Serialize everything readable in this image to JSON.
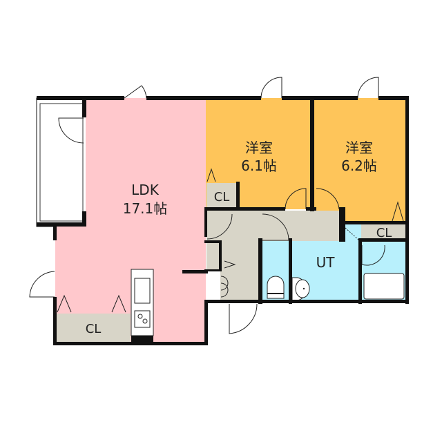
{
  "colors": {
    "ldk": "#ffc8cc",
    "western_room": "#fec55a",
    "closet": "#d8d5c8",
    "wet_area": "#b8f0fc",
    "wall": "#111111"
  },
  "rooms": {
    "ldk": {
      "name": "LDK",
      "size": "17.1帖"
    },
    "room1": {
      "name": "洋室",
      "size": "6.1帖"
    },
    "room2": {
      "name": "洋室",
      "size": "6.2帖"
    },
    "utility": {
      "name": "UT"
    },
    "closet_room1": {
      "name": "CL"
    },
    "closet_room2": {
      "name": "CL"
    },
    "closet_ldk": {
      "name": "CL"
    }
  }
}
